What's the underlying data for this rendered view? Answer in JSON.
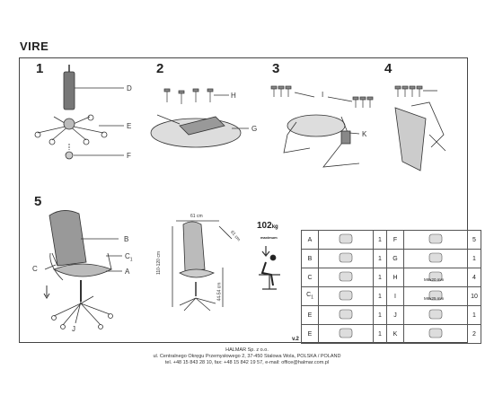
{
  "title": "VIRE",
  "steps": [
    "1",
    "2",
    "3",
    "4",
    "5"
  ],
  "callouts": {
    "d": "D",
    "e": "E",
    "f": "F",
    "h": "H",
    "g": "G",
    "i": "I",
    "k": "K",
    "b": "B",
    "c": "C",
    "c1": "C",
    "c1_sub": "1",
    "a": "A",
    "j": "J"
  },
  "dimensions": {
    "width": "61 cm",
    "depth": "61 cm",
    "height": "110-120 cm",
    "seat_height": "44-54 cm"
  },
  "max_weight": {
    "value": "102",
    "unit": "kg",
    "label": "maximum"
  },
  "parts": [
    {
      "left_letter": "A",
      "left_qty": "1",
      "right_letter": "F",
      "right_qty": "5",
      "right_spec": ""
    },
    {
      "left_letter": "B",
      "left_qty": "1",
      "right_letter": "G",
      "right_qty": "1",
      "right_spec": ""
    },
    {
      "left_letter": "C",
      "left_letter_sub": "",
      "left_qty": "1",
      "right_letter": "H",
      "right_qty": "4",
      "right_spec": "M6x20 mm"
    },
    {
      "left_letter": "C",
      "left_letter_sub": "1",
      "left_qty": "1",
      "right_letter": "I",
      "right_qty": "10",
      "right_spec": "M6x25 mm"
    },
    {
      "left_letter": "E",
      "left_qty": "1",
      "right_letter": "J",
      "right_qty": "1",
      "right_spec": ""
    },
    {
      "left_letter": "E",
      "left_qty": "1",
      "right_letter": "K",
      "right_qty": "2",
      "right_spec": ""
    }
  ],
  "version": "v.2",
  "footer": {
    "company": "HALMAR Sp. z o.o.",
    "address": "ul. Centralnego Okręgu Przemysłowego 2, 37-450 Stalowa Wola, POLSKA / POLAND",
    "contact": "tel. +48 15 843 28 10, fax: +48 15 842 19 57, e-mail: office@halmar.com.pl"
  }
}
